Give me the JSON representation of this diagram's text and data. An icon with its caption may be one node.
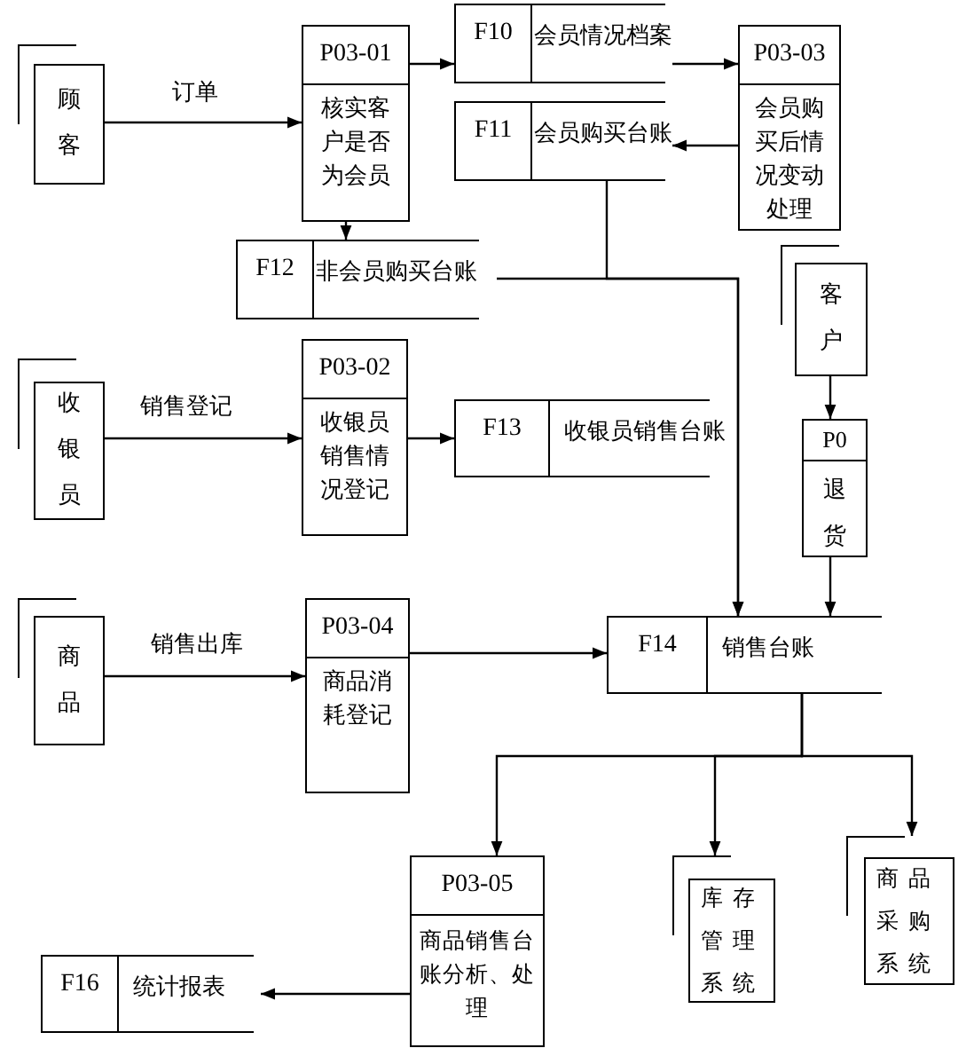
{
  "diagram": {
    "nodes": [
      {
        "text": [
          "顾客"
        ]
      },
      {
        "text": [
          "P03-01",
          "核实客户是否为会员"
        ]
      },
      {
        "text": [
          "F10",
          "会员情况档案"
        ]
      },
      {
        "text": [
          "F11",
          "会员购买台账"
        ]
      },
      {
        "text": [
          "P03-03",
          "会员购买后情况变动处理"
        ]
      },
      {
        "text": [
          "F12",
          "非会员购买台账"
        ]
      },
      {
        "text": [
          "客户"
        ]
      },
      {
        "text": [
          "收银员"
        ]
      },
      {
        "text": [
          "P03-02",
          "收银员销售情况登记"
        ]
      },
      {
        "text": [
          "F13",
          "收银员销售台账"
        ]
      },
      {
        "text": [
          "P0",
          "退货"
        ]
      },
      {
        "text": [
          "商品"
        ]
      },
      {
        "text": [
          "P03-04",
          "商品消耗登记"
        ]
      },
      {
        "text": [
          "F14",
          "销售台账"
        ]
      },
      {
        "text": [
          "P03-05",
          "商品销售台账分析、处理"
        ]
      },
      {
        "text": [
          "库存管理系统"
        ]
      },
      {
        "text": [
          "商品采购系统"
        ]
      },
      {
        "text": [
          "F16",
          "统计报表"
        ]
      }
    ],
    "edges": [
      {
        "from": 0,
        "to": 1,
        "arrow": "to",
        "label": "订单"
      },
      {
        "from": 1,
        "to": 2,
        "arrow": "to"
      },
      {
        "from": 2,
        "to": 4,
        "arrow": "to"
      },
      {
        "from": 4,
        "to": 3,
        "arrow": "to"
      },
      {
        "from": 1,
        "to": 5,
        "arrow": "to"
      },
      {
        "from": 3,
        "to": 13,
        "arrow": "to"
      },
      {
        "from": 5,
        "to": 13,
        "arrow": "to"
      },
      {
        "from": 6,
        "to": 10,
        "arrow": "to"
      },
      {
        "from": 10,
        "to": 13,
        "arrow": "to"
      },
      {
        "from": 7,
        "to": 8,
        "arrow": "to",
        "label": "销售登记"
      },
      {
        "from": 8,
        "to": 9,
        "arrow": "to"
      },
      {
        "from": 11,
        "to": 12,
        "arrow": "to",
        "label": "销售出库"
      },
      {
        "from": 12,
        "to": 13,
        "arrow": "to"
      },
      {
        "from": 13,
        "to": 14,
        "arrow": "to"
      },
      {
        "from": 13,
        "to": 15,
        "arrow": "to"
      },
      {
        "from": 13,
        "to": 16,
        "arrow": "to"
      },
      {
        "from": 14,
        "to": 17,
        "arrow": "to"
      }
    ]
  }
}
